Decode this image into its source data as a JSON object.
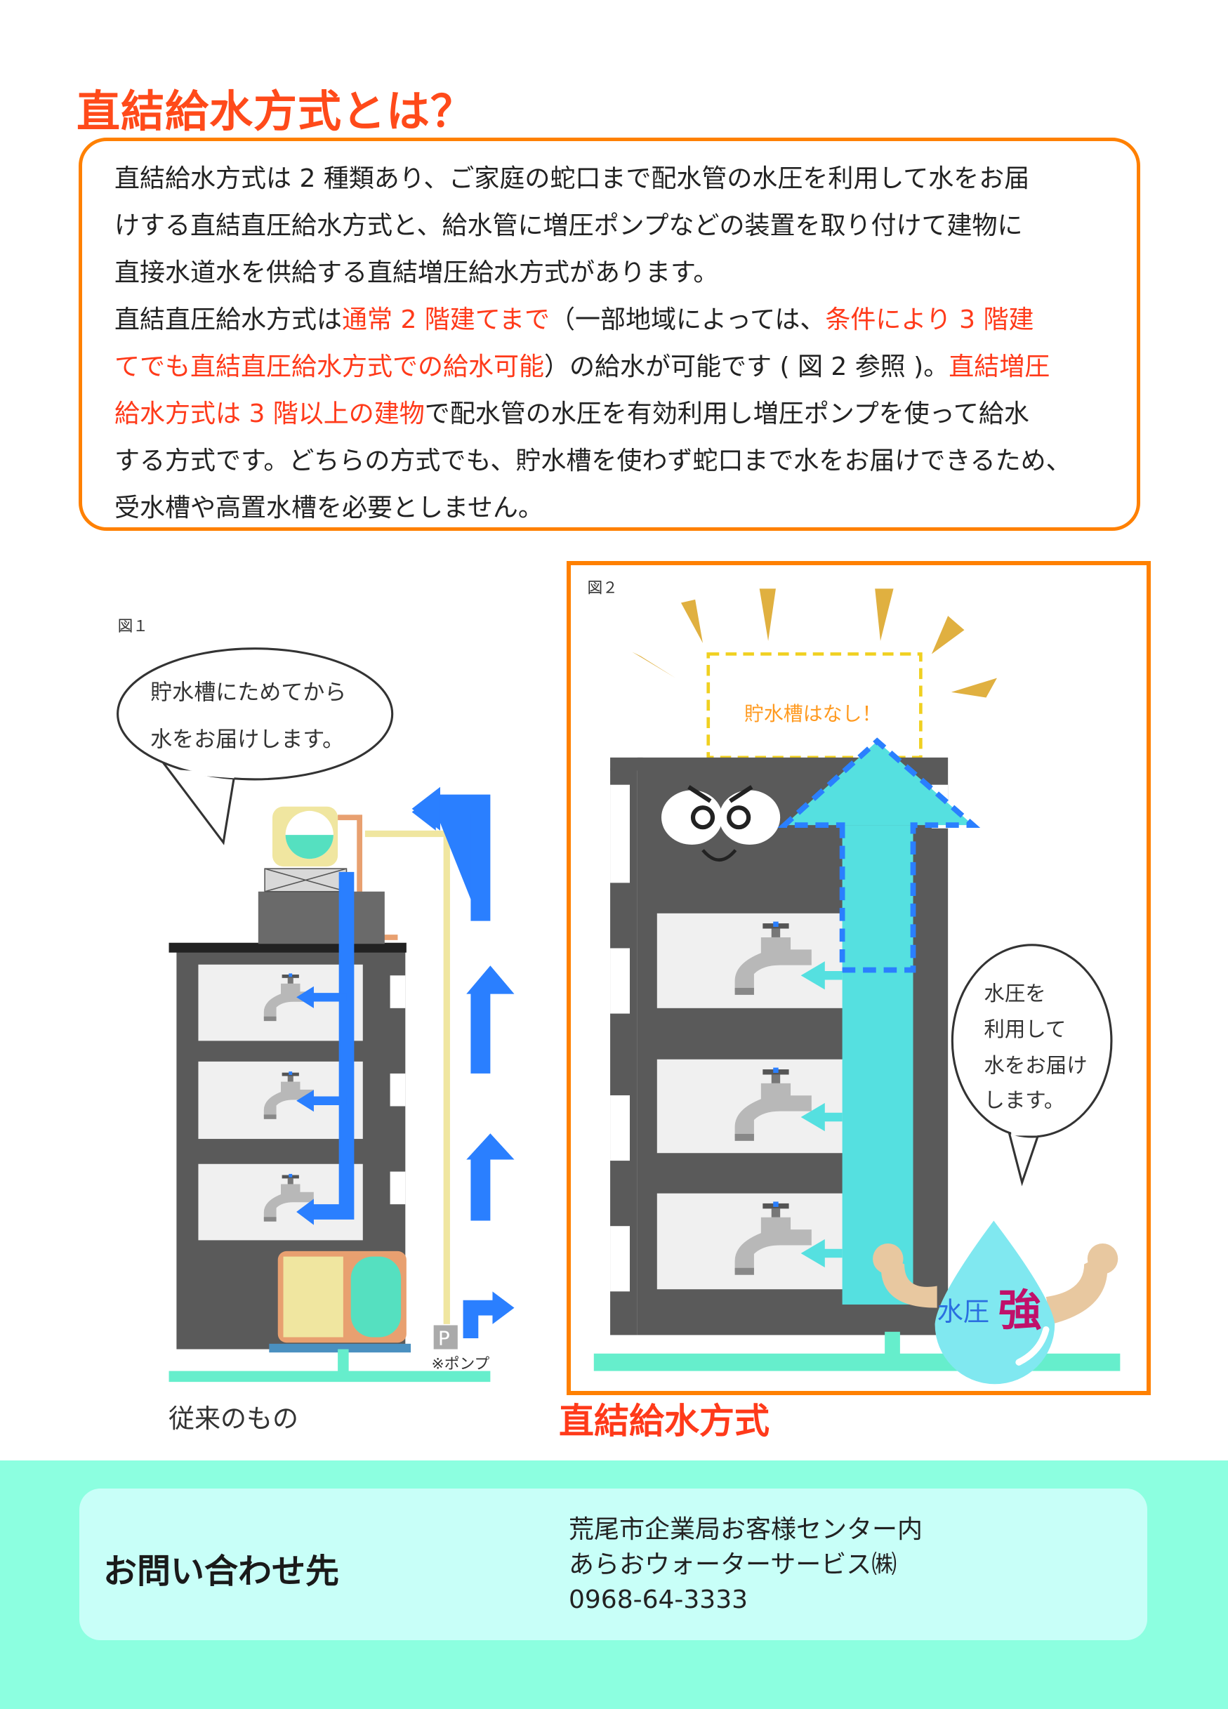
{
  "title": "直結給水方式とは？",
  "intro": {
    "lines": [
      [
        {
          "text": "直結給水方式は 2 種類あり、ご家庭の蛇口まで配水管の水圧を利用して水をお届"
        }
      ],
      [
        {
          "text": "けする直結直圧給水方式と、給水管に増圧ポンプなどの装置を取り付けて建物に"
        }
      ],
      [
        {
          "text": "直接水道水を供給する直結増圧給水方式があります。"
        }
      ],
      [
        {
          "text": "直結直圧給水方式は"
        },
        {
          "text": "通常 2 階建てまで"
        },
        {
          "text": "（一部地域によっては、"
        },
        {
          "text": "条件により 3 階建"
        }
      ],
      [
        {
          "text": "てでも直結直圧給水方式での給水可能"
        },
        {
          "text": "）の給水が可能です ( 図 2 参照 )。"
        },
        {
          "text": "直結増圧"
        }
      ],
      [
        {
          "text": "給水方式は 3 階以上の建物"
        },
        {
          "text": "で配水管の水圧を有効利用し増圧ポンプを使って給水"
        }
      ],
      [
        {
          "text": "する方式です。どちらの方式でも、貯水槽を使わず蛇口まで水をお届けできるため、"
        }
      ],
      [
        {
          "text": "受水槽や高置水槽を必要としません。"
        }
      ]
    ]
  },
  "figure1": {
    "label": "図１",
    "bubble": [
      "貯水槽にためてから",
      "水をお届けします。"
    ],
    "pump_letter": "P",
    "pump_note": "※ポンプ",
    "caption": "従来のもの"
  },
  "figure2": {
    "label": "図２",
    "no_tank": "貯水槽はなし！",
    "bubble": [
      "水圧を",
      "利用して",
      "水をお届け",
      "します。"
    ],
    "drop_text_1": "水圧",
    "drop_text_2": "強",
    "caption": "直結給水方式"
  },
  "contact": {
    "title": "お問い合わせ先",
    "lines": [
      "荒尾市企業局お客様センター内",
      "あらおウォーターサービス㈱",
      "0968-64-3333"
    ]
  },
  "colors": {
    "accent_orange": "#ff8000",
    "title_red": "#ff4a1a",
    "building_gray": "#5a5a5a",
    "pipe_blue": "#2a7fff",
    "water_cyan": "#55e0e0",
    "band_mint": "#8cffe0"
  }
}
